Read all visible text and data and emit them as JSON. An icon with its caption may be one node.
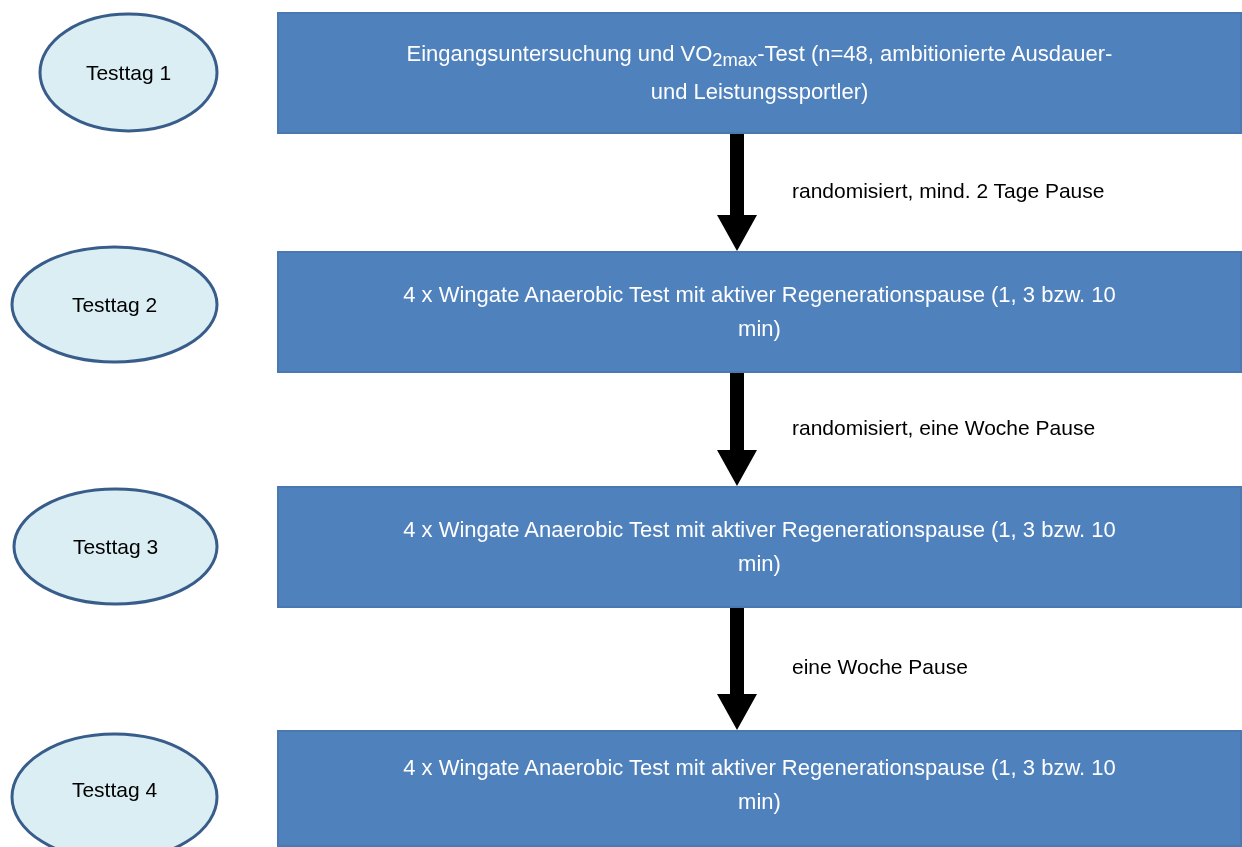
{
  "diagram": {
    "nodes": [
      {
        "text": [
          "Testtag 1"
        ]
      },
      {
        "text": [
          "Eingangsuntersuchung und VO$_{2max}$-Test (n=48, ambitionierte Ausdauer- und Leistungssportler)"
        ]
      },
      {
        "text": [
          "Testtag 2"
        ]
      },
      {
        "text": [
          "4 x Wingate Anaerobic Test mit aktiver Regenerationspause (1, 3 bzw. 10 min)"
        ]
      },
      {
        "text": [
          "Testtag 3"
        ]
      },
      {
        "text": [
          "4 x Wingate Anaerobic Test mit aktiver Regenerationspause (1, 3 bzw. 10 min)"
        ]
      },
      {
        "text": [
          "Testtag 4"
        ]
      },
      {
        "text": [
          "4 x Wingate Anaerobic Test mit aktiver Regenerationspause (1, 3 bzw. 10 min)"
        ]
      }
    ],
    "edges": [
      {
        "from": 1,
        "to": 3,
        "arrow": "to",
        "label": "randomisiert, mind. 2 Tage Pause",
        "style": "thick"
      },
      {
        "from": 3,
        "to": 5,
        "arrow": "to",
        "label": "randomisiert, eine Woche Pause",
        "style": "thick"
      },
      {
        "from": 5,
        "to": 7,
        "arrow": "to",
        "label": "eine Woche Pause",
        "style": "thick"
      }
    ]
  }
}
